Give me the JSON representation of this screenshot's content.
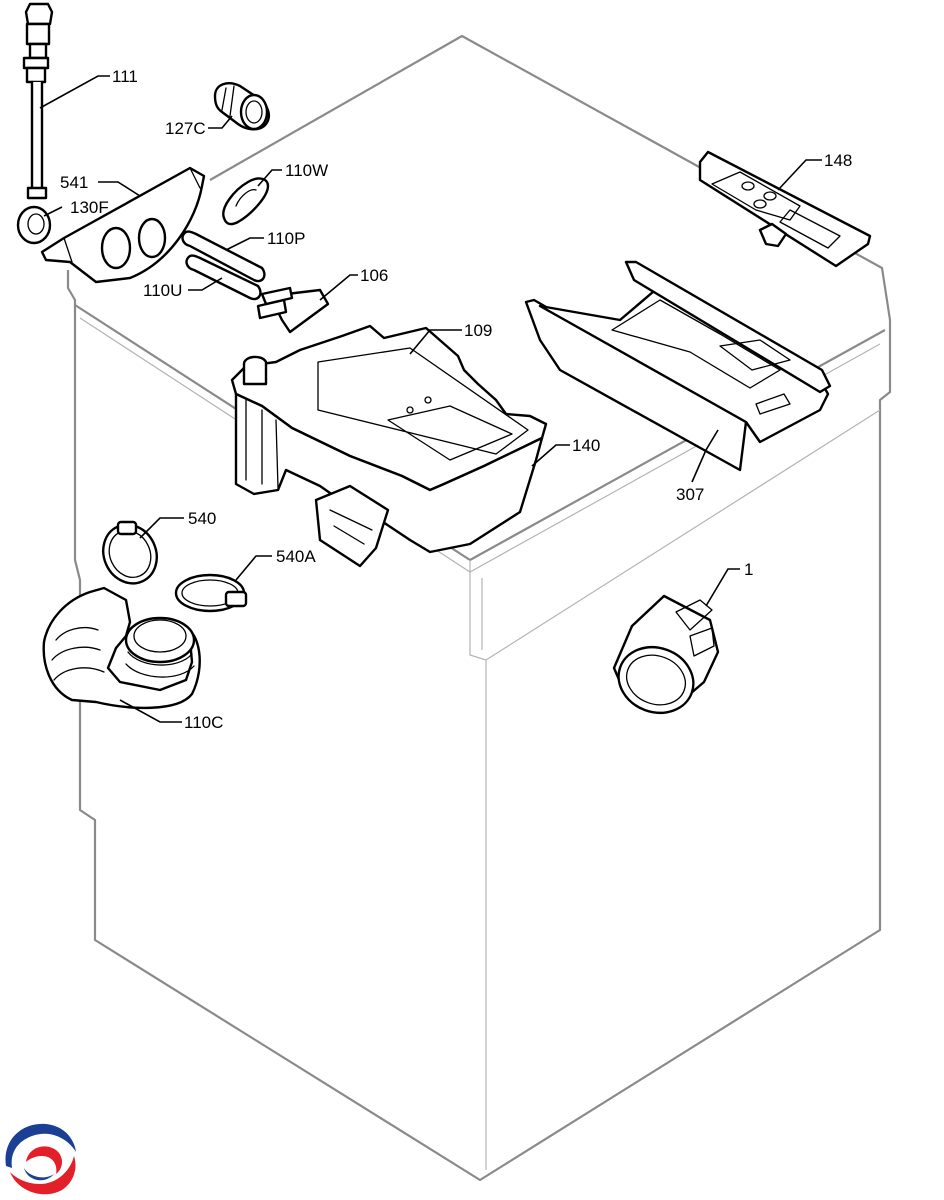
{
  "callouts": [
    {
      "id": "111",
      "label": "111"
    },
    {
      "id": "127C",
      "label": "127C"
    },
    {
      "id": "541",
      "label": "541"
    },
    {
      "id": "130F",
      "label": "130F"
    },
    {
      "id": "110W",
      "label": "110W"
    },
    {
      "id": "110P",
      "label": "110P"
    },
    {
      "id": "110U",
      "label": "110U"
    },
    {
      "id": "106",
      "label": "106"
    },
    {
      "id": "109",
      "label": "109"
    },
    {
      "id": "148",
      "label": "148"
    },
    {
      "id": "140",
      "label": "140"
    },
    {
      "id": "307",
      "label": "307"
    },
    {
      "id": "540",
      "label": "540"
    },
    {
      "id": "540A",
      "label": "540A"
    },
    {
      "id": "1",
      "label": "1"
    },
    {
      "id": "110C",
      "label": "110C"
    }
  ],
  "logo": {
    "icon": "brand-swirl-logo-icon",
    "colors": [
      "#1b3f94",
      "#e3202a"
    ]
  }
}
